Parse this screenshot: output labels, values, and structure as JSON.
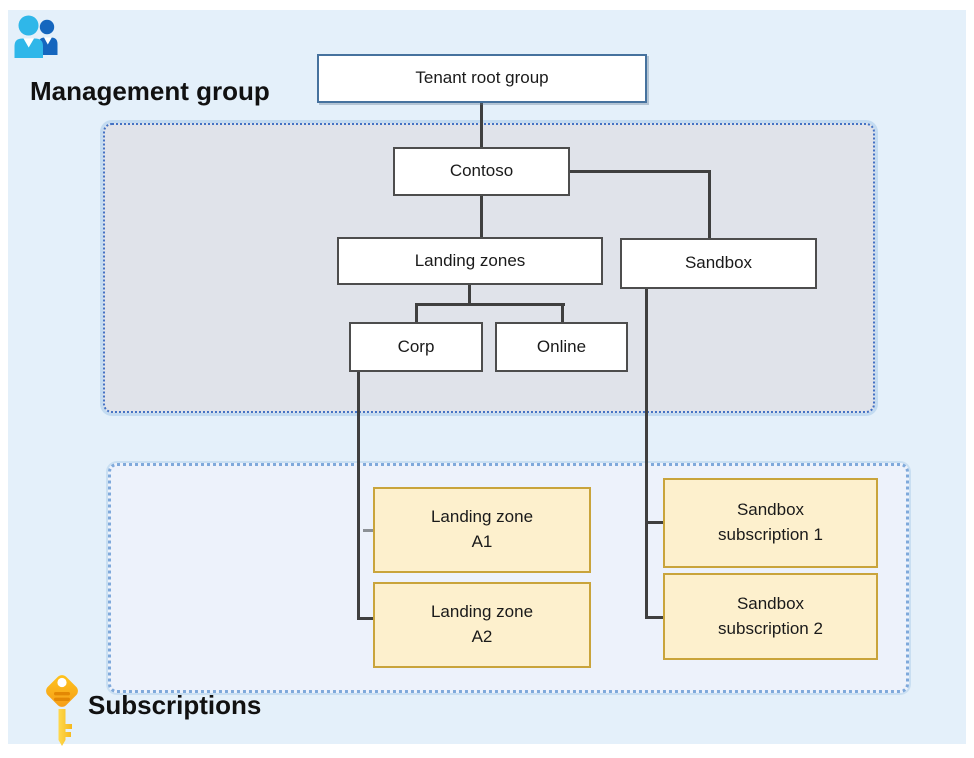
{
  "labels": {
    "management_group": "Management group",
    "subscriptions": "Subscriptions"
  },
  "nodes": {
    "tenant_root_group": {
      "label": "Tenant root group"
    },
    "contoso": {
      "label": "Contoso"
    },
    "landing_zones": {
      "label": "Landing zones"
    },
    "sandbox": {
      "label": "Sandbox"
    },
    "corp": {
      "label": "Corp"
    },
    "online": {
      "label": "Online"
    },
    "landing_zone_a1": {
      "line1": "Landing zone",
      "line2": "A1"
    },
    "landing_zone_a2": {
      "line1": "Landing zone",
      "line2": "A2"
    },
    "sandbox_subscription_1": {
      "line1": "Sandbox",
      "line2": "subscription 1"
    },
    "sandbox_subscription_2": {
      "line1": "Sandbox",
      "line2": "subscription 2"
    }
  },
  "icons": {
    "people_icon": "management-group-people-icon",
    "key_icon": "subscriptions-key-icon"
  },
  "colors": {
    "canvas_bg": "#E4F0FA",
    "management_group_fill": "#E0E3EA",
    "management_group_border": "#4472C4",
    "subscriptions_fill": "#EDF2FB",
    "subscriptions_border": "#7FA9DB",
    "node_fill": "#FFFFFF",
    "node_border": "#595959",
    "root_node_border": "#46729E",
    "subscription_node_fill": "#FDF0CD",
    "subscription_node_border": "#C9A43B",
    "connector": "#3F3F3F",
    "people_icon_front": "#2FB7E9",
    "people_icon_back": "#1566BE",
    "key_icon": "#F9A51A"
  }
}
